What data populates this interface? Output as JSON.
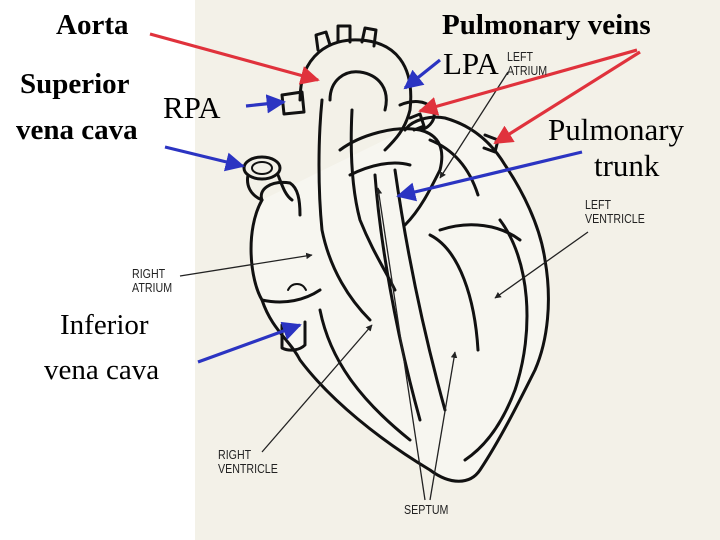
{
  "labels": {
    "aorta": "Aorta",
    "superior_line1": "Superior",
    "superior_line2": "vena cava",
    "rpa": "RPA",
    "pulmonary_veins": "Pulmonary veins",
    "lpa": "LPA",
    "pulmonary_trunk_line1": "Pulmonary",
    "pulmonary_trunk_line2": "trunk",
    "inferior_line1": "Inferior",
    "inferior_line2": "vena cava"
  },
  "printed_labels": {
    "left_atrium_line1": "LEFT",
    "left_atrium_line2": "ATRIUM",
    "left_ventricle_line1": "LEFT",
    "left_ventricle_line2": "VENTRICLE",
    "right_atrium_line1": "RIGHT",
    "right_atrium_line2": "ATRIUM",
    "right_ventricle_line1": "RIGHT",
    "right_ventricle_line2": "VENTRICLE",
    "septum": "SEPTUM"
  },
  "colors": {
    "red_arrow": "#e0323c",
    "blue_arrow": "#2b34c2",
    "paper": "#f3f1e8",
    "ink": "#111111"
  }
}
